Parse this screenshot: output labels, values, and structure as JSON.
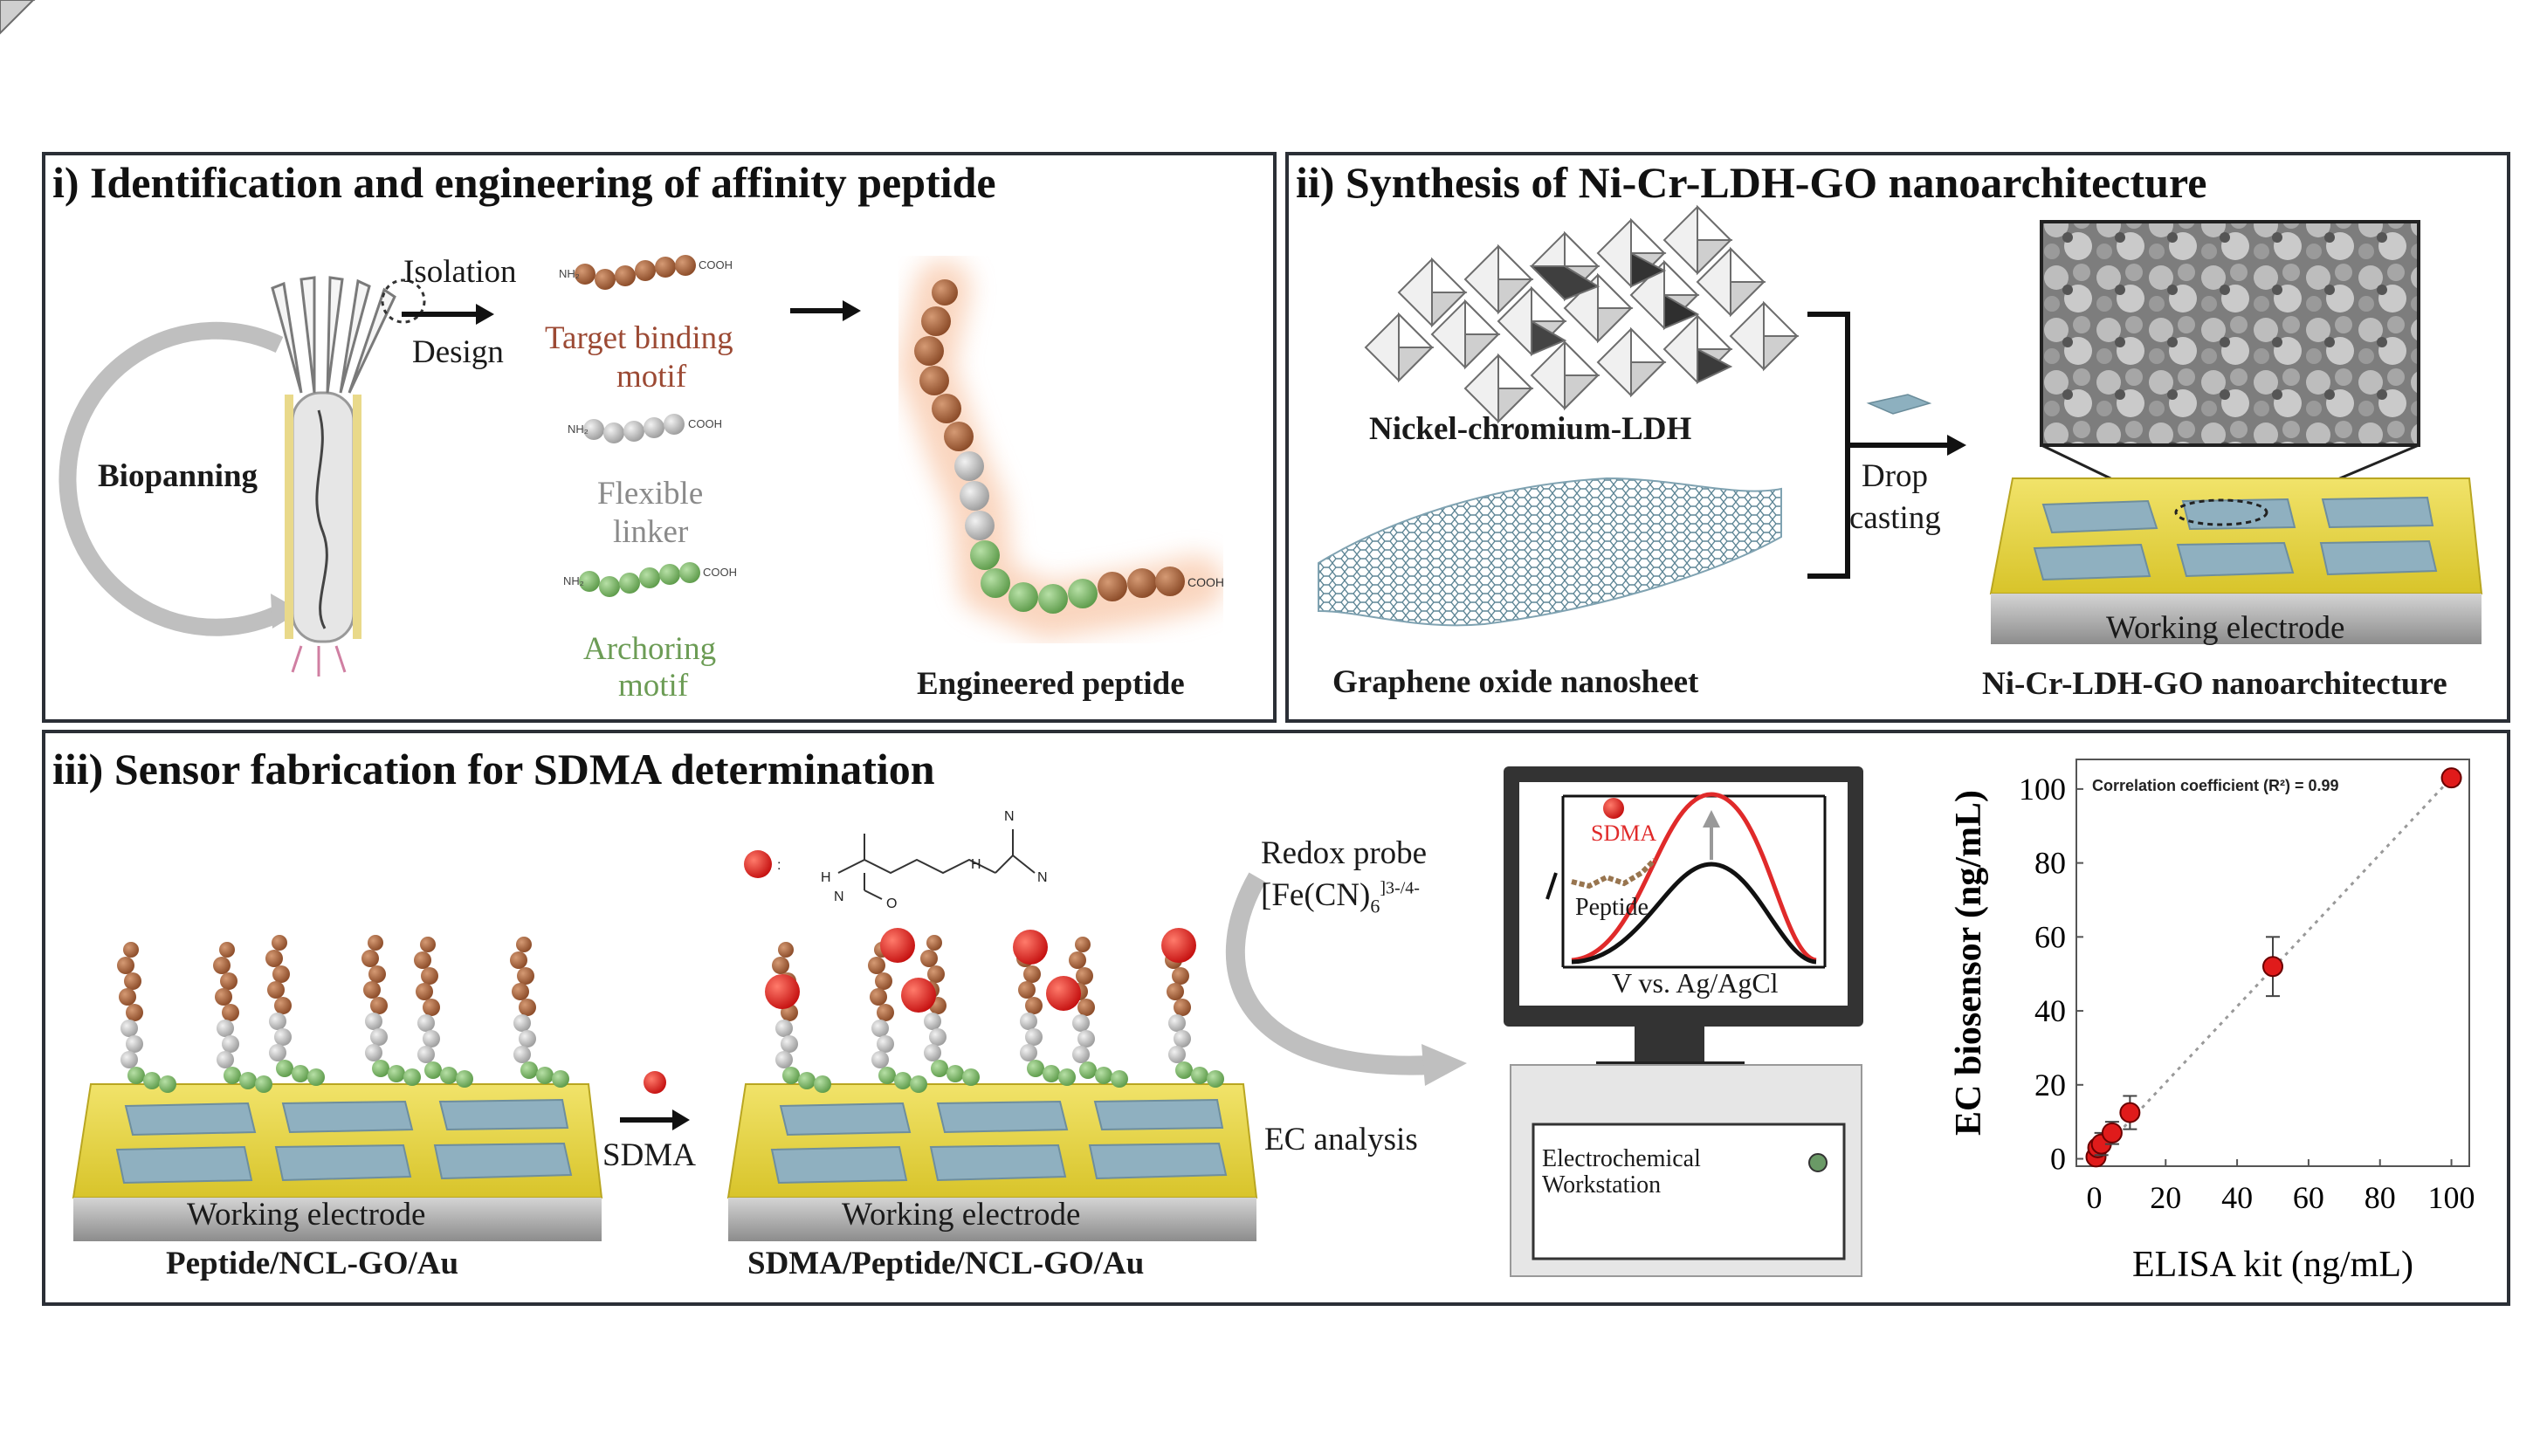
{
  "panel_i": {
    "title": "i)   Identification and engineering of affinity peptide",
    "biopanning": "Biopanning",
    "isolation": "Isolation",
    "design": "Design",
    "target_motif": "Target binding",
    "target_motif_2": "motif",
    "flexible_linker": "Flexible",
    "flexible_linker_2": "linker",
    "anchoring_motif": "Archoring",
    "anchoring_motif_2": "motif",
    "engineered_peptide": "Engineered peptide",
    "nh2": "NH₂",
    "cooh": "COOH"
  },
  "panel_ii": {
    "title": "ii) Synthesis of Ni-Cr-LDH-GO nanoarchitecture",
    "ldh": "Nickel-chromium-LDH",
    "go": "Graphene oxide nanosheet",
    "drop": "Drop",
    "casting": "casting",
    "electrode": "Working electrode",
    "result": "Ni-Cr-LDH-GO nanoarchitecture"
  },
  "panel_iii": {
    "title": "iii) Sensor fabrication for SDMA determination",
    "electrode_1": "Working electrode",
    "label_1": "Peptide/NCL-GO/Au",
    "sdma_arrow": "SDMA",
    "electrode_2": "Working electrode",
    "label_2": "SDMA/Peptide/NCL-GO/Au",
    "redox_1": "Redox probe",
    "redox_2": "[Fe(CN)",
    "redox_sub": "6",
    "redox_sup": "]3-/4-",
    "ec_analysis": "EC analysis",
    "monitor_sdma": "SDMA",
    "monitor_peptide": "Peptide",
    "monitor_xlabel": "V vs. Ag/AgCl",
    "workstation_1": "Electrochemical",
    "workstation_2": "Workstation"
  },
  "chart_data": {
    "type": "scatter",
    "annotation": "Correlation coefficient (R²) = 0.99",
    "xlabel": "ELISA kit (ng/mL)",
    "ylabel": "EC biosensor (ng/mL)",
    "xlim": [
      -5,
      105
    ],
    "ylim": [
      -2,
      108
    ],
    "x_ticks": [
      0,
      20,
      40,
      60,
      80,
      100
    ],
    "y_ticks": [
      0,
      20,
      40,
      60,
      80,
      100
    ],
    "points": [
      {
        "x": 0.5,
        "y": 0.5,
        "err": 1
      },
      {
        "x": 1,
        "y": 3,
        "err": 1.5
      },
      {
        "x": 2,
        "y": 4,
        "err": 3
      },
      {
        "x": 5,
        "y": 7,
        "err": 3
      },
      {
        "x": 10,
        "y": 12.5,
        "err": 4.5
      },
      {
        "x": 50,
        "y": 52,
        "err": 8
      },
      {
        "x": 100,
        "y": 103,
        "err": 2
      }
    ],
    "fit_line": true,
    "marker_color": "#e01b1b"
  }
}
